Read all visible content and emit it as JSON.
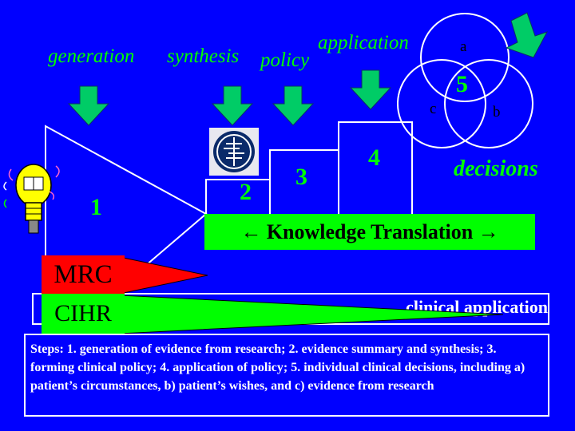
{
  "stages": {
    "generation": "generation",
    "synthesis": "synthesis",
    "policy": "policy",
    "application": "application"
  },
  "steps_numbers": {
    "one": "1",
    "two": "2",
    "three": "3",
    "four": "4",
    "five": "5"
  },
  "venn": {
    "a": "a",
    "b": "b",
    "c": "c"
  },
  "decisions": "decisions",
  "knowledge_translation": "← Knowledge Translation →",
  "funders": {
    "mrc": "MRC",
    "cihr": "CIHR"
  },
  "science_bar_text": "clinical application",
  "steps_description": "Steps: 1. generation of evidence from research; 2. evidence summary and synthesis; 3. forming clinical policy;  4. application of policy; 5. individual clinical decisions, including a) patient’s circumstances, b) patient’s wishes, and  c) evidence from research",
  "icons": [
    "lightbulb-icon",
    "cochrane-logo-icon",
    "arrow-down-icon"
  ],
  "colors": {
    "background": "#0000ff",
    "accent_green": "#00ff00",
    "accent_red": "#ff0000",
    "arrow_fill": "#00cc66",
    "text": "#ffffff"
  }
}
